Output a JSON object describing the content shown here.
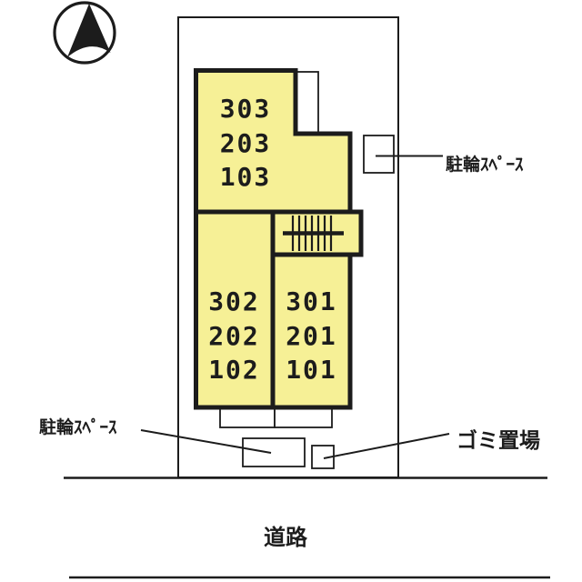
{
  "colors": {
    "building_fill": "#F6F096",
    "line": "#1c1c1c",
    "background": "#ffffff"
  },
  "site": {
    "units_upper": [
      "303",
      "203",
      "103"
    ],
    "units_lower_left": [
      "302",
      "202",
      "102"
    ],
    "units_lower_right": [
      "301",
      "201",
      "101"
    ],
    "label_bicycle_right": "駐輪ｽﾍﾟｰｽ",
    "label_bicycle_left": "駐輪ｽﾍﾟｰｽ",
    "label_garbage": "ゴミ置場",
    "label_road": "道路"
  }
}
